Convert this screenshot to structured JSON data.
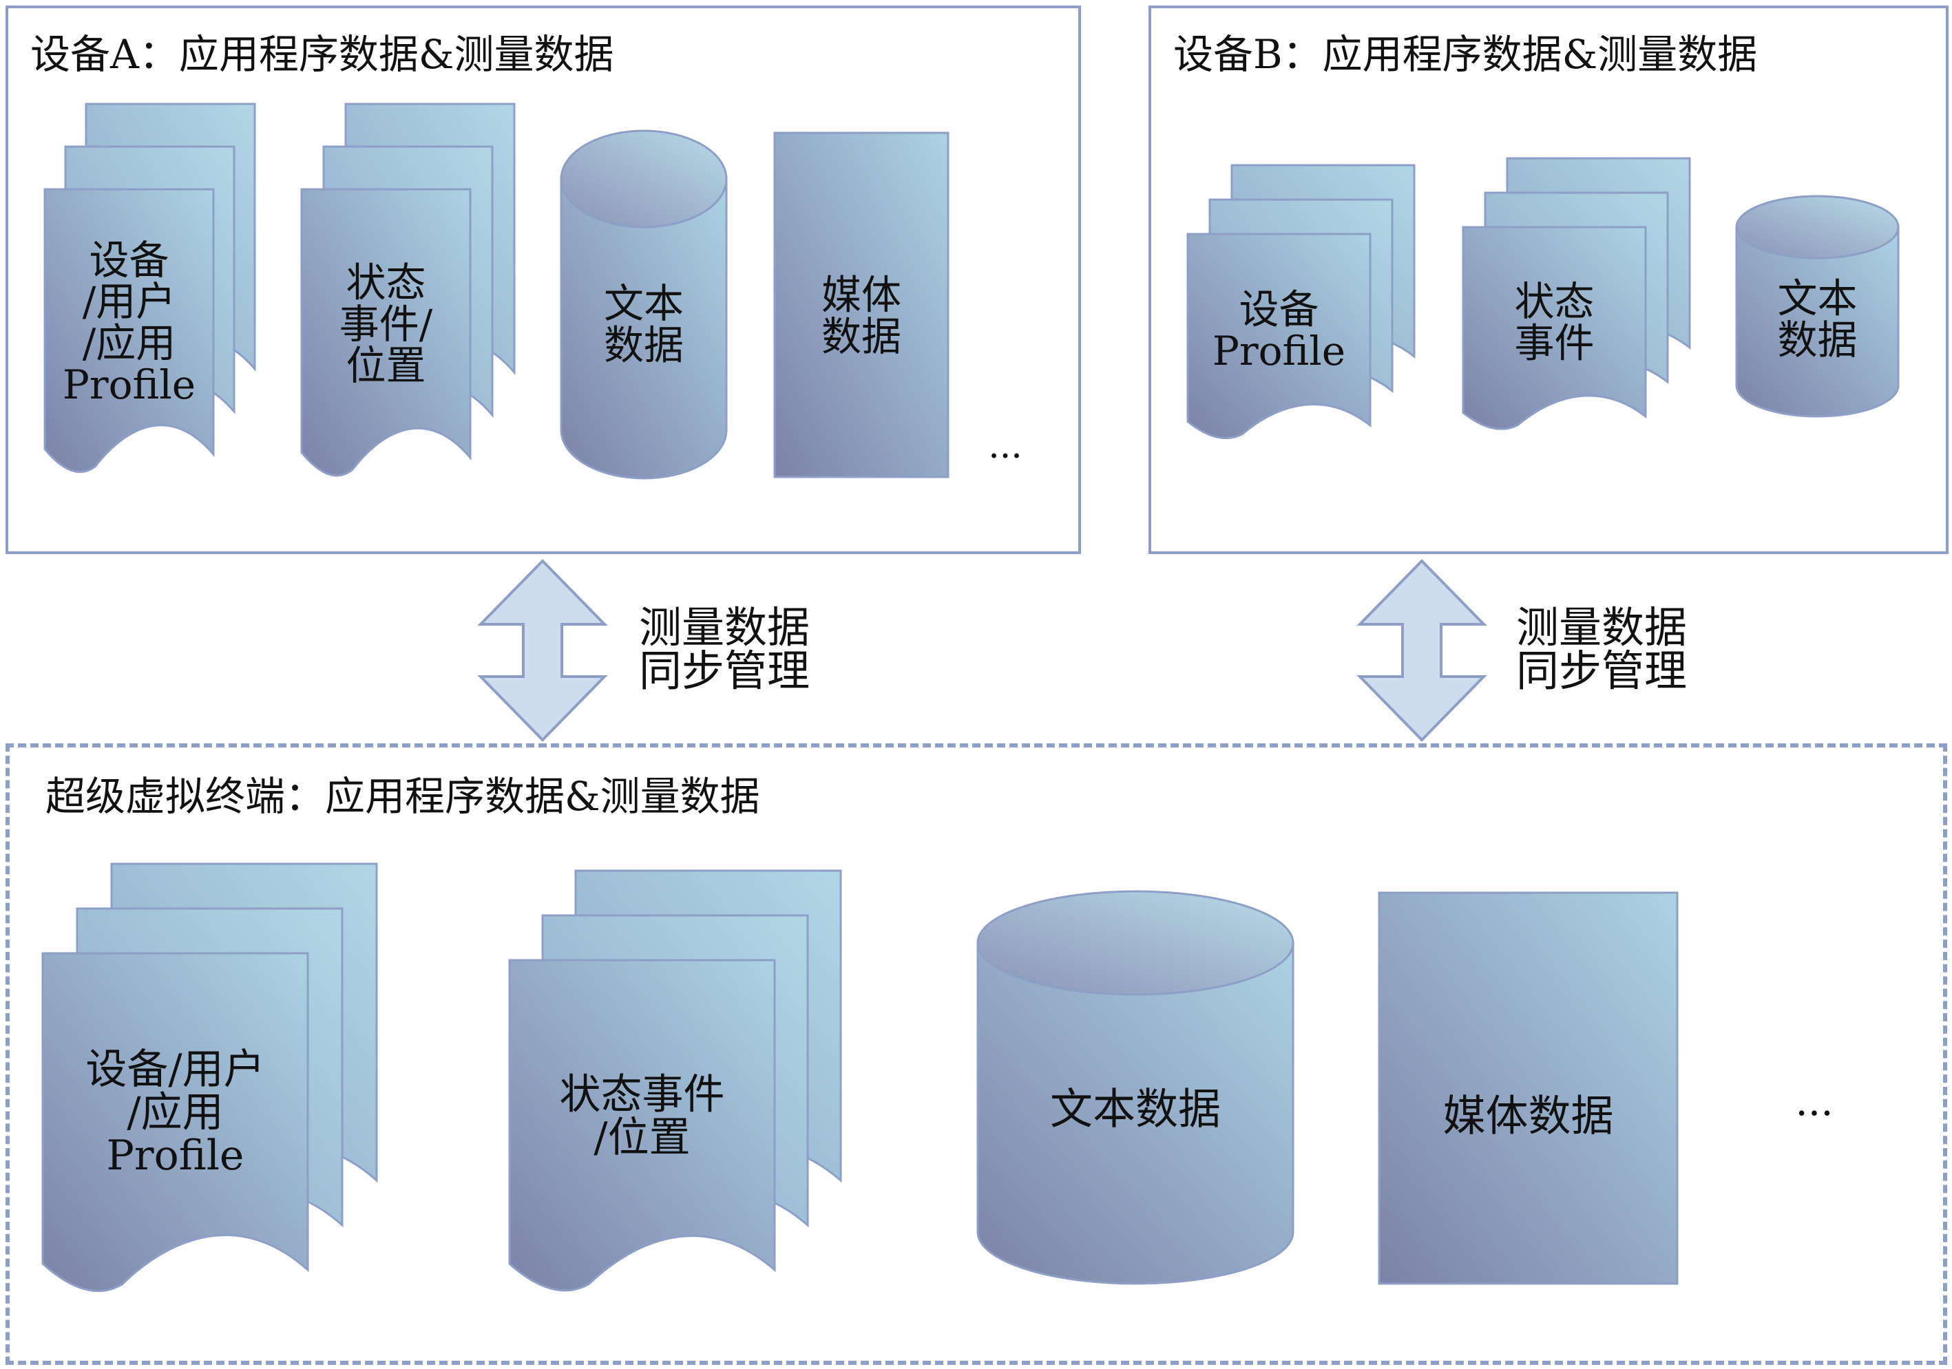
{
  "panels": {
    "device_a": {
      "title": "设备A：应用程序数据&测量数据",
      "items": [
        {
          "kind": "multi-document",
          "lines": [
            "设备",
            "/用户",
            "/应用",
            "Profile"
          ]
        },
        {
          "kind": "multi-document",
          "lines": [
            "状态",
            "事件/",
            "位置"
          ]
        },
        {
          "kind": "cylinder",
          "lines": [
            "文本",
            "数据"
          ]
        },
        {
          "kind": "rectangle",
          "lines": [
            "媒体",
            "数据"
          ]
        }
      ],
      "more": "..."
    },
    "device_b": {
      "title": "设备B：应用程序数据&测量数据",
      "items": [
        {
          "kind": "multi-document",
          "lines": [
            "设备",
            "Profile"
          ]
        },
        {
          "kind": "multi-document",
          "lines": [
            "状态",
            "事件"
          ]
        },
        {
          "kind": "cylinder",
          "lines": [
            "文本",
            "数据"
          ]
        }
      ]
    },
    "super_terminal": {
      "title": "超级虚拟终端：应用程序数据&测量数据",
      "items": [
        {
          "kind": "multi-document",
          "lines": [
            "设备/用户",
            "/应用",
            "Profile"
          ]
        },
        {
          "kind": "multi-document",
          "lines": [
            "状态事件",
            "/位置"
          ]
        },
        {
          "kind": "cylinder",
          "lines": [
            "文本数据"
          ]
        },
        {
          "kind": "rectangle",
          "lines": [
            "媒体数据"
          ]
        }
      ],
      "more": "..."
    }
  },
  "sync": {
    "left_label": "测量数据\n同步管理",
    "right_label": "测量数据\n同步管理"
  },
  "colors": {
    "border": "#8d9fc7",
    "shape_light": "#a9cde0",
    "shape_dark": "#7e86ab",
    "arrow_fill": "#cfdcee"
  }
}
